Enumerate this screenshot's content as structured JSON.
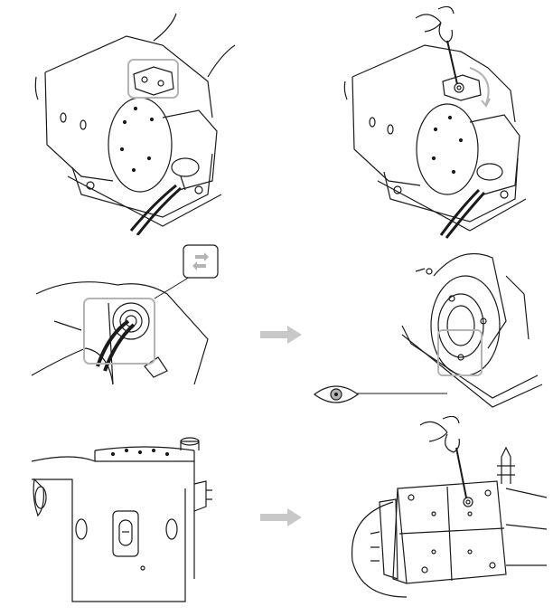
{
  "document": {
    "type": "assembly-instruction-sheet",
    "panels": [
      {
        "id": "motor-assembly-overview",
        "icon": "highlight-box"
      },
      {
        "id": "motor-assembly-screwdriver",
        "icon": "screwdriver-rotation"
      },
      {
        "id": "cable-connector-detail",
        "icon": "rotate-arrows-icon"
      },
      {
        "id": "flange-inspection-view",
        "icon": "eye-icon"
      },
      {
        "id": "gearbox-front-view",
        "icon": "none"
      },
      {
        "id": "gearbox-screw-removal",
        "icon": "screwdriver"
      }
    ],
    "colors": {
      "line": "#1a1a1a",
      "arrow": "#c8c8c8",
      "highlight": "#b4b4b4",
      "icon_bg": "#ffffff"
    }
  }
}
